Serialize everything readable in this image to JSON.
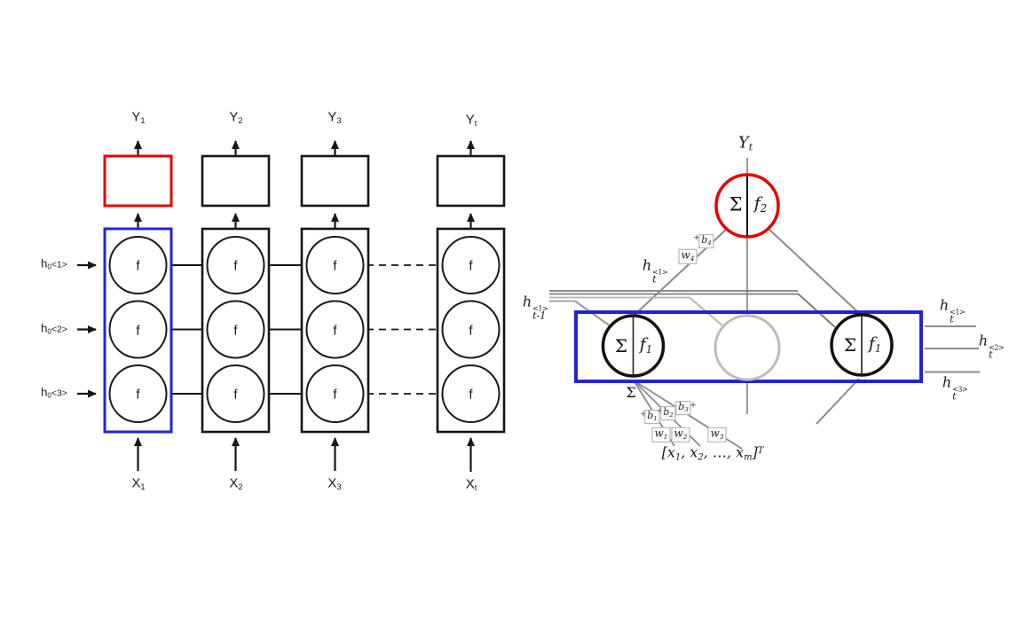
{
  "colors": {
    "red": "#e60000",
    "blue": "#2323d7",
    "gray": "#8f8f8f",
    "light_gray": "#b9b9b9",
    "black": "#151515"
  },
  "left": {
    "f_label": "f",
    "y_labels": [
      {
        "base": "Y",
        "sub": "1"
      },
      {
        "base": "Y",
        "sub": "2"
      },
      {
        "base": "Y",
        "sub": "3"
      },
      {
        "base": "Y",
        "sub": "t"
      }
    ],
    "x_labels": [
      {
        "base": "X",
        "sub": "1"
      },
      {
        "base": "X",
        "sub": "2"
      },
      {
        "base": "X",
        "sub": "3"
      },
      {
        "base": "X",
        "sub": "t"
      }
    ],
    "h0_labels": [
      {
        "base": "h",
        "sub": "0",
        "angle": "<1>"
      },
      {
        "base": "h",
        "sub": "0",
        "angle": "<2>"
      },
      {
        "base": "h",
        "sub": "0",
        "angle": "<3>"
      }
    ]
  },
  "right": {
    "y_label": {
      "base": "Y",
      "sub": "t"
    },
    "sigma": "Σ",
    "f2": {
      "base": "f",
      "sub": "2"
    },
    "f1": {
      "base": "f",
      "sub": "1"
    },
    "ht_w4": {
      "base": "h",
      "sup": "<1>",
      "sub": "t"
    },
    "ht_prev": {
      "base": "h",
      "sup": "<1>",
      "sub": "t-1"
    },
    "ht_out": [
      {
        "base": "h",
        "sup": "<1>",
        "sub": "t"
      },
      {
        "base": "h",
        "sup": "<2>",
        "sub": "t"
      },
      {
        "base": "h",
        "sup": "<3>",
        "sub": "t"
      }
    ],
    "weights": [
      {
        "base": "w",
        "sub": "1"
      },
      {
        "base": "w",
        "sub": "2"
      },
      {
        "base": "w",
        "sub": "3"
      },
      {
        "base": "w",
        "sub": "4"
      }
    ],
    "biases": [
      {
        "base": "b",
        "sub": "1"
      },
      {
        "base": "b",
        "sub": "2"
      },
      {
        "base": "b",
        "sub": "3"
      },
      {
        "base": "b",
        "sub": "4"
      }
    ],
    "plus": "+",
    "sigma_below": "Σ",
    "xvec": {
      "p1": "[x",
      "s1": "1",
      "p2": ", x",
      "s2": "2",
      "p3": ", …, x",
      "s3": "m",
      "p4": "]",
      "sup": "T"
    }
  }
}
